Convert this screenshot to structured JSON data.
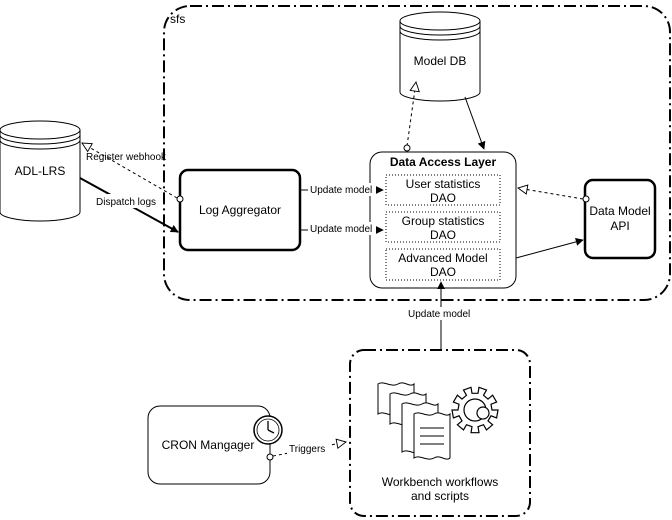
{
  "boundary_sfs": {
    "label": "sfs"
  },
  "nodes": {
    "adl_lrs": {
      "label": "ADL-LRS"
    },
    "model_db": {
      "label": "Model DB"
    },
    "log_aggregator": {
      "label": "Log Aggregator"
    },
    "dal": {
      "title": "Data Access Layer",
      "items": [
        {
          "line1": "User statistics",
          "line2": "DAO"
        },
        {
          "line1": "Group statistics",
          "line2": "DAO"
        },
        {
          "line1": "Advanced Model",
          "line2": "DAO"
        }
      ]
    },
    "data_model_api": {
      "line1": "Data Model",
      "line2": "API"
    },
    "cron": {
      "label": "CRON Mangager"
    },
    "workbench": {
      "line1": "Workbench workflows",
      "line2": "and scripts"
    }
  },
  "edges": {
    "register_webhook": "Register webhook",
    "dispatch_logs": "Dispatch logs",
    "update_model_1": "Update model",
    "update_model_2": "Update model",
    "update_model_3": "Update model",
    "triggers": "Triggers"
  }
}
